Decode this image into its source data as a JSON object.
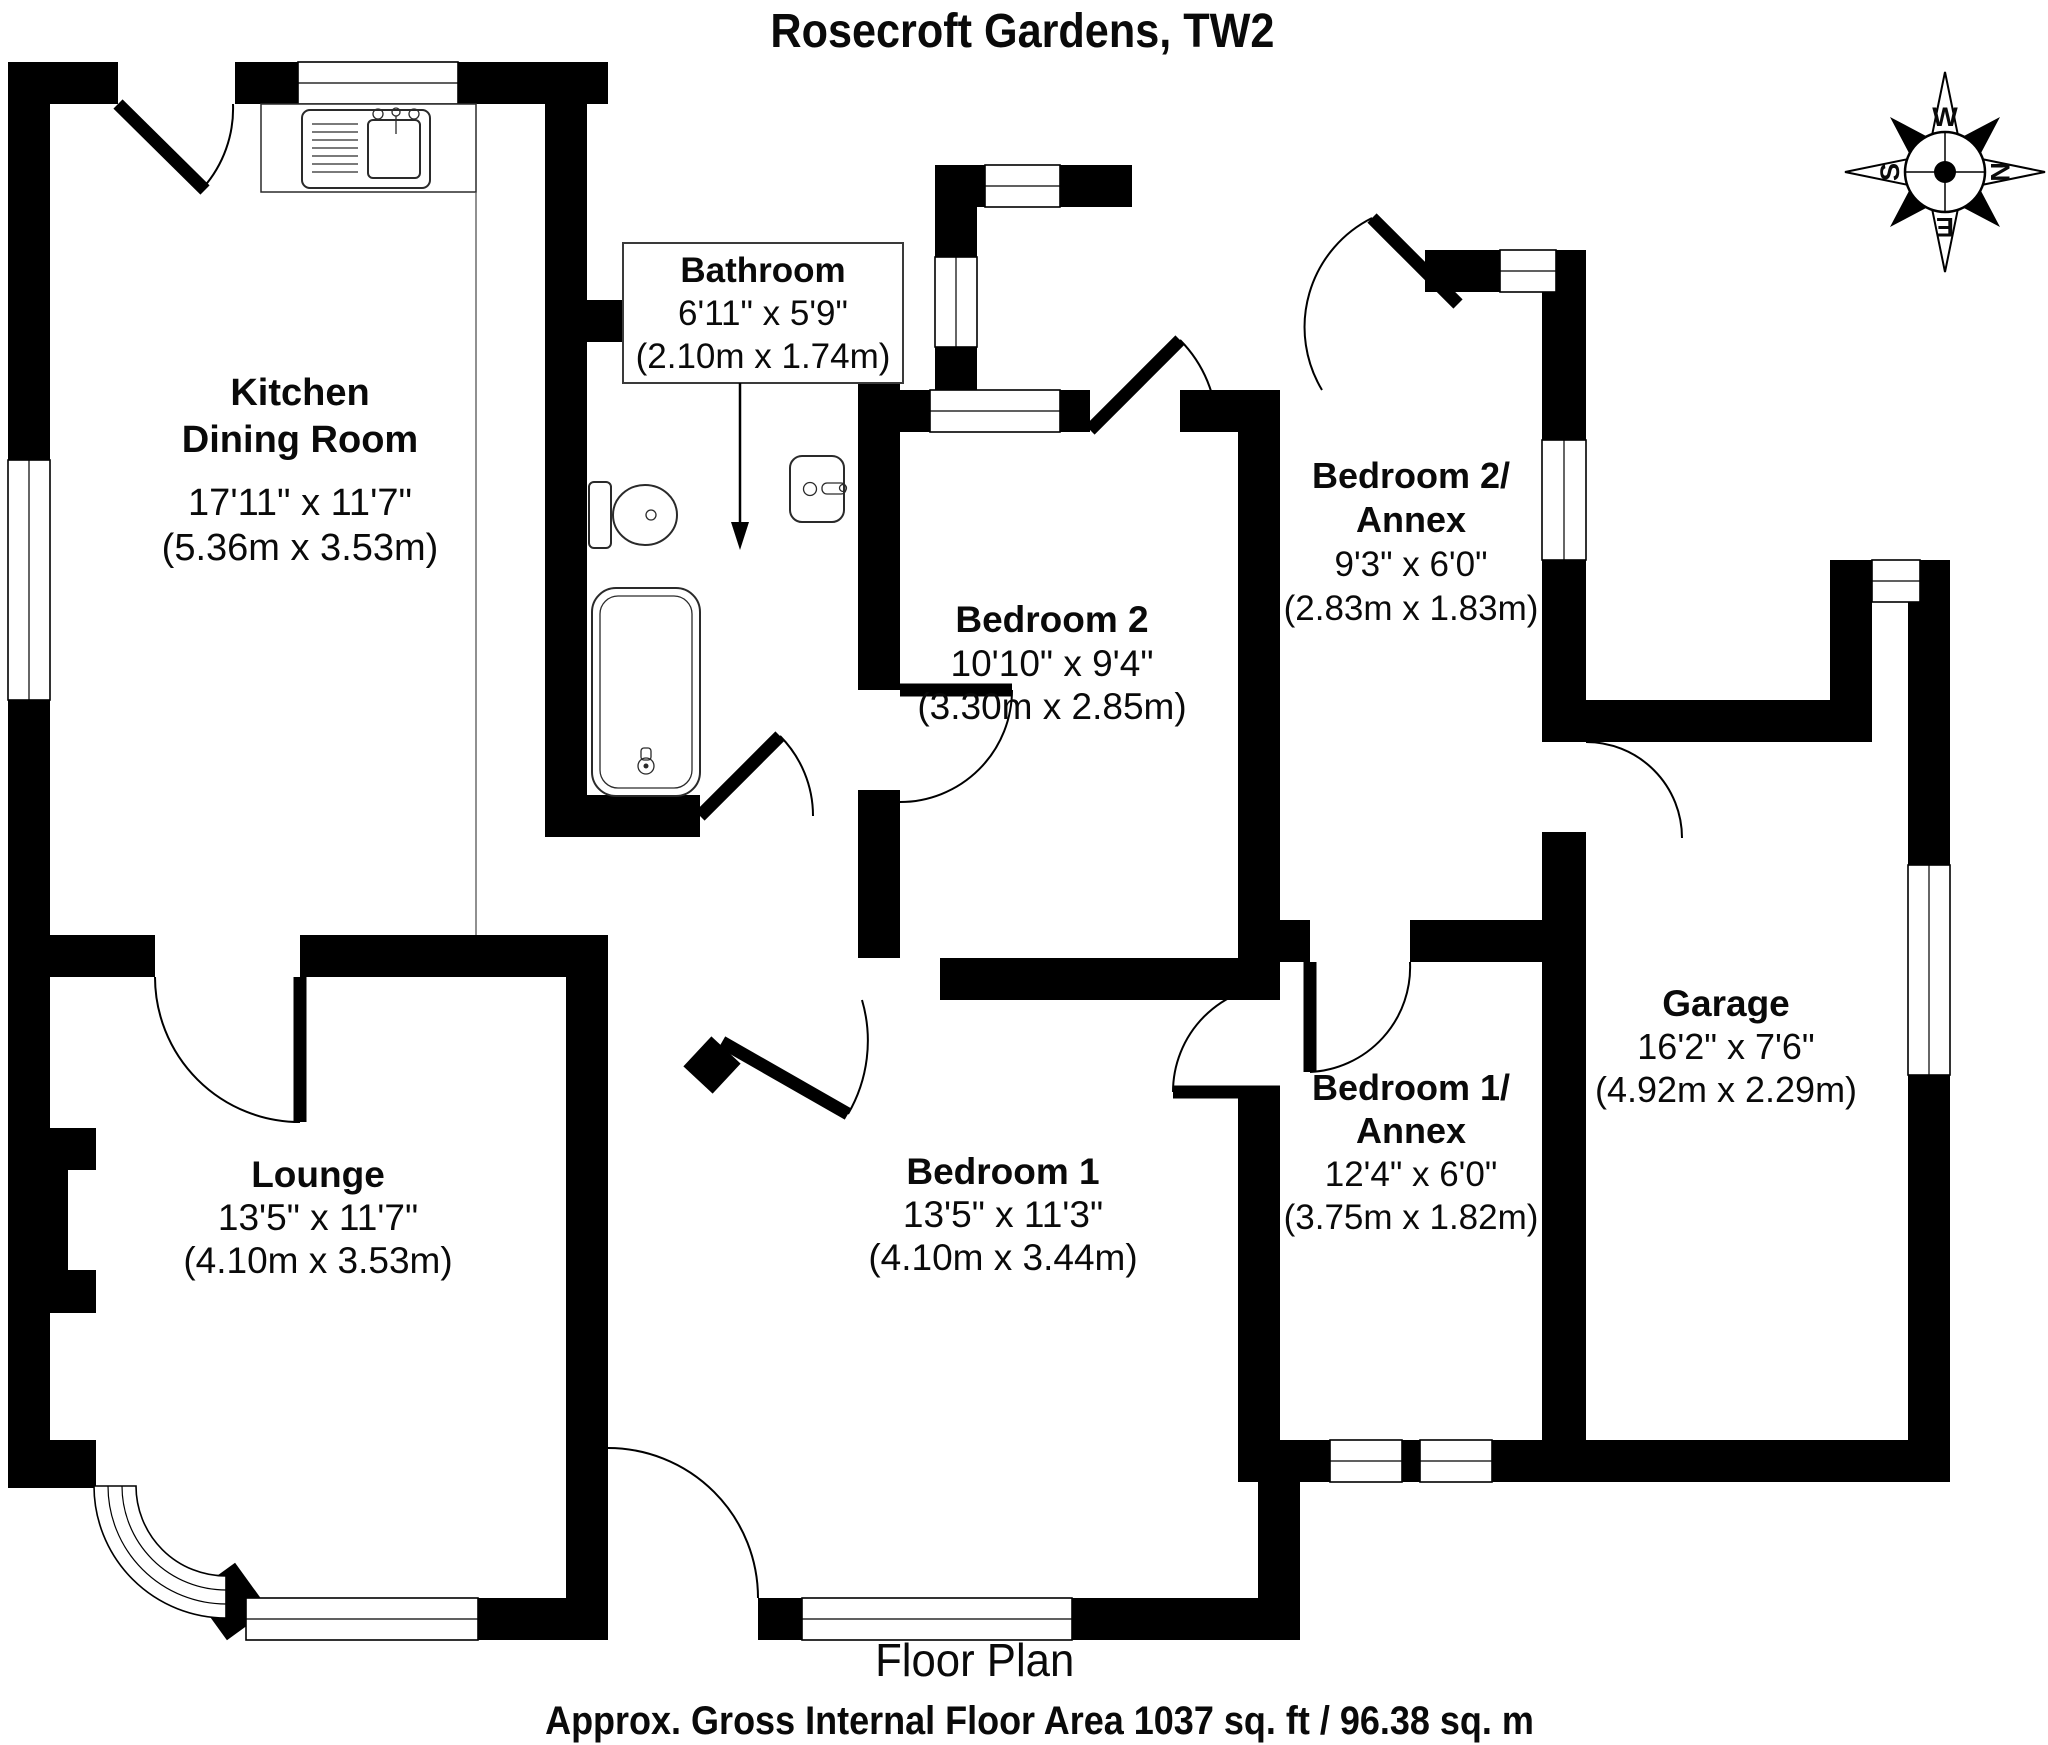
{
  "title": "Rosecroft Gardens, TW2",
  "compass": {
    "north": "N",
    "east": "E",
    "south": "S",
    "west": "W"
  },
  "bathroom_label": {
    "name": "Bathroom",
    "imperial": "6'11\" x 5'9\"",
    "metric": "(2.10m x 1.74m)"
  },
  "rooms": {
    "kitchen": {
      "line1": "Kitchen",
      "line2": "Dining Room",
      "imperial": "17'11\" x 11'7\"",
      "metric": "(5.36m x 3.53m)"
    },
    "bedroom2": {
      "line1": "Bedroom 2",
      "imperial": "10'10\" x 9'4\"",
      "metric": "(3.30m x 2.85m)"
    },
    "bedroom2_annex": {
      "line1": "Bedroom 2/",
      "line2": "Annex",
      "imperial": "9'3\" x 6'0\"",
      "metric": "(2.83m x 1.83m)"
    },
    "lounge": {
      "line1": "Lounge",
      "imperial": "13'5\" x 11'7\"",
      "metric": "(4.10m x 3.53m)"
    },
    "bedroom1": {
      "line1": "Bedroom 1",
      "imperial": "13'5\" x 11'3\"",
      "metric": "(4.10m x 3.44m)"
    },
    "bedroom1_annex": {
      "line1": "Bedroom 1/",
      "line2": "Annex",
      "imperial": "12'4\" x 6'0\"",
      "metric": "(3.75m x 1.82m)"
    },
    "garage": {
      "line1": "Garage",
      "imperial": "16'2\" x 7'6\"",
      "metric": "(4.92m x 2.29m)"
    }
  },
  "footer": {
    "caption": "Floor Plan",
    "area": "Approx. Gross Internal Floor Area 1037 sq. ft /  96.38 sq. m"
  },
  "colors": {
    "wall": "#000000",
    "background": "#ffffff",
    "line": "#3a3a3a"
  }
}
